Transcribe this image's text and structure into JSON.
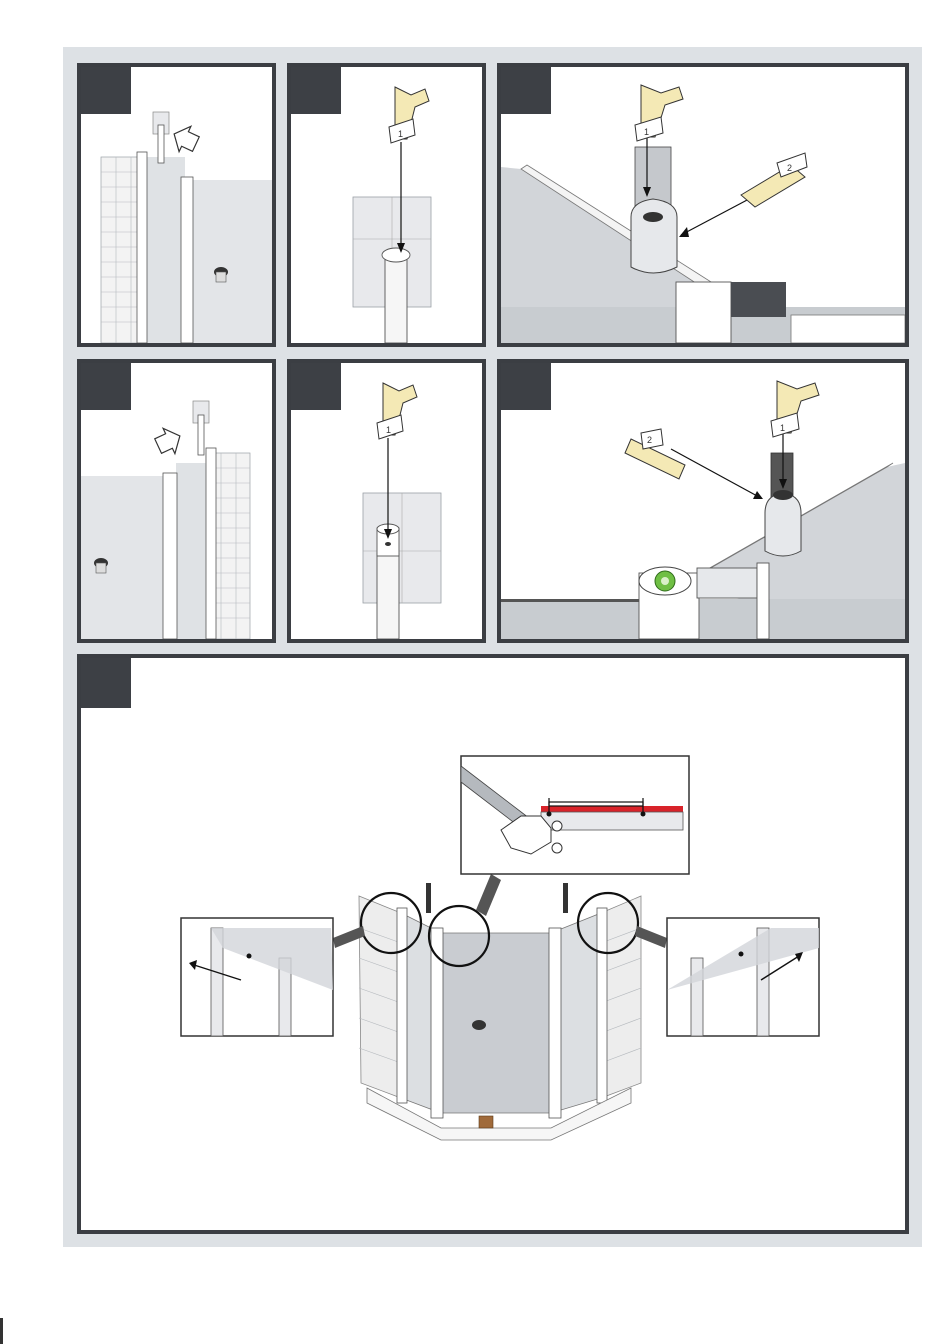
{
  "page": {
    "background": "#ffffff",
    "sheet_color": "#dde1e5",
    "frame_color": "#3b3e43",
    "tab_color": "#3d4045",
    "accent_red": "#d8232a",
    "tape_cream": "#f4e9b5",
    "green_detail": "#6fbf44"
  },
  "steps": [
    {
      "id": "step-1",
      "description_icons": [
        "bracket-icon",
        "insert-arrow-icon",
        "tiled-wall",
        "shower-profile"
      ]
    },
    {
      "id": "step-2",
      "description_icons": [
        "screw-cap-icon",
        "rod-icon",
        "wall-plate"
      ]
    },
    {
      "id": "step-3",
      "description_icons": [
        "allen-key-icon",
        "connector-icon",
        "glass-panel"
      ]
    },
    {
      "id": "step-4",
      "description_icons": [
        "bracket-icon",
        "insert-arrow-icon",
        "tiled-wall",
        "shower-profile"
      ]
    },
    {
      "id": "step-5",
      "description_icons": [
        "screw-cap-icon",
        "rod-icon",
        "wall-plate"
      ]
    },
    {
      "id": "step-6",
      "description_icons": [
        "allen-key-icon",
        "connector-icon",
        "hinge-icon"
      ]
    },
    {
      "id": "step-7",
      "description_icons": [
        "shower-enclosure",
        "detail-callout",
        "adjust-arrow-icon"
      ]
    }
  ],
  "labels": {
    "key_a_1": "1",
    "key_a_2": "2",
    "key_b_1": "1",
    "key_b_2": "2",
    "key_c_1": "1",
    "key_c_2": "2",
    "key_d_1": "1",
    "key_e_1": "1"
  }
}
